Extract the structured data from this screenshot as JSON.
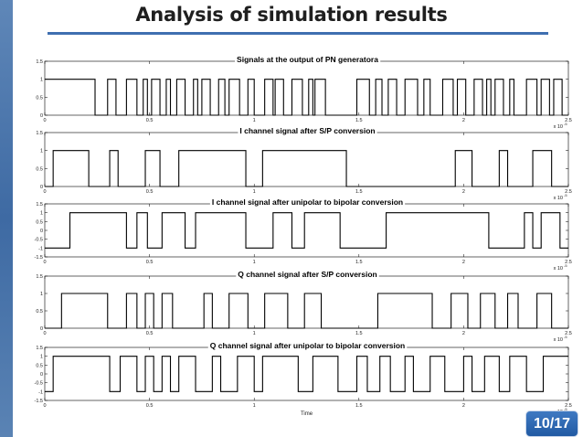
{
  "slide": {
    "title": "Analysis of simulation results",
    "page_number": "10/17"
  },
  "chart_data": [
    {
      "type": "line",
      "title": "Signals at the output of PN generatora",
      "xlabel": "",
      "ylabel": "",
      "xlim": [
        0,
        2.5
      ],
      "ylim": [
        0,
        1.5
      ],
      "x_ticks": [
        0,
        0.5,
        1,
        1.5,
        2,
        2.5
      ],
      "y_ticks": [
        0,
        0.5,
        1,
        1.5
      ],
      "x_exponent_label": "x 10",
      "x_exponent": "-5",
      "grid": false,
      "series": [
        {
          "x": [
            0,
            0.24,
            0.24,
            0.3,
            0.3,
            0.34,
            0.34,
            0.39,
            0.39,
            0.44,
            0.44,
            0.47,
            0.47,
            0.49,
            0.49,
            0.51,
            0.51,
            0.55,
            0.55,
            0.58,
            0.58,
            0.6,
            0.6,
            0.63,
            0.63,
            0.67,
            0.67,
            0.71,
            0.71,
            0.73,
            0.73,
            0.75,
            0.75,
            0.79,
            0.79,
            0.83,
            0.83,
            0.86,
            0.86,
            0.88,
            0.88,
            0.93,
            0.93,
            0.97,
            0.97,
            1.0,
            1.0,
            1.05,
            1.05,
            1.09,
            1.09,
            1.1,
            1.1,
            1.14,
            1.14,
            1.18,
            1.18,
            1.23,
            1.23,
            1.26,
            1.26,
            1.28,
            1.28,
            1.29,
            1.29,
            1.34,
            1.34,
            1.49,
            1.49,
            1.55,
            1.55,
            1.58,
            1.58,
            1.61,
            1.61,
            1.64,
            1.64,
            1.68,
            1.68,
            1.72,
            1.72,
            1.78,
            1.78,
            1.81,
            1.81,
            1.84,
            1.84,
            1.9,
            1.9,
            1.95,
            1.95,
            1.97,
            1.97,
            2.01,
            2.01,
            2.05,
            2.05,
            2.09,
            2.09,
            2.11,
            2.11,
            2.13,
            2.13,
            2.15,
            2.15,
            2.19,
            2.19,
            2.22,
            2.22,
            2.24,
            2.24,
            2.3,
            2.3,
            2.35,
            2.35,
            2.37,
            2.37,
            2.41,
            2.41,
            2.43,
            2.43,
            2.47,
            2.47,
            2.5
          ],
          "y": [
            1,
            1,
            0,
            0,
            1,
            1,
            0,
            0,
            1,
            1,
            0,
            0,
            1,
            1,
            0,
            0,
            1,
            1,
            0,
            0,
            1,
            1,
            0,
            0,
            1,
            1,
            0,
            0,
            1,
            1,
            0,
            0,
            1,
            1,
            0,
            0,
            1,
            1,
            0,
            0,
            1,
            1,
            0,
            0,
            1,
            1,
            0,
            0,
            1,
            1,
            0,
            0,
            1,
            1,
            0,
            0,
            1,
            1,
            0,
            0,
            1,
            1,
            0,
            0,
            1,
            1,
            0,
            0,
            1,
            1,
            0,
            0,
            1,
            1,
            0,
            0,
            1,
            1,
            0,
            0,
            1,
            1,
            0,
            0,
            1,
            1,
            0,
            0,
            1,
            1,
            0,
            0,
            1,
            1,
            0,
            0,
            1,
            1,
            0,
            0,
            1,
            1,
            0,
            0,
            1,
            1,
            0,
            0,
            1,
            1,
            0,
            0,
            1,
            1,
            0,
            0,
            1,
            1,
            0,
            0,
            1,
            1,
            0,
            0
          ]
        }
      ]
    },
    {
      "type": "line",
      "title": "I channel signal after S/P conversion",
      "xlabel": "",
      "ylabel": "",
      "xlim": [
        0,
        2.5
      ],
      "ylim": [
        0,
        1.5
      ],
      "x_ticks": [
        0,
        0.5,
        1,
        1.5,
        2,
        2.5
      ],
      "y_ticks": [
        0,
        0.5,
        1,
        1.5
      ],
      "x_exponent_label": "x 10",
      "x_exponent": "-5",
      "grid": false,
      "series": [
        {
          "x": [
            0,
            0.04,
            0.04,
            0.21,
            0.21,
            0.31,
            0.31,
            0.35,
            0.35,
            0.48,
            0.48,
            0.55,
            0.55,
            0.64,
            0.64,
            0.96,
            0.96,
            1.04,
            1.04,
            1.44,
            1.44,
            1.96,
            1.96,
            2.04,
            2.04,
            2.17,
            2.17,
            2.21,
            2.21,
            2.33,
            2.33,
            2.42,
            2.42,
            2.5
          ],
          "y": [
            0,
            0,
            1,
            1,
            0,
            0,
            1,
            1,
            0,
            0,
            1,
            1,
            0,
            0,
            1,
            1,
            0,
            0,
            1,
            1,
            0,
            0,
            1,
            1,
            0,
            0,
            1,
            1,
            0,
            0,
            1,
            1,
            0,
            0
          ]
        }
      ]
    },
    {
      "type": "line",
      "title": "I channel signal after unipolar to bipolar conversion",
      "xlabel": "",
      "ylabel": "",
      "xlim": [
        0,
        2.5
      ],
      "ylim": [
        -1.5,
        1.5
      ],
      "x_ticks": [
        0,
        0.5,
        1,
        1.5,
        2,
        2.5
      ],
      "y_ticks": [
        -1.5,
        -1,
        -0.5,
        0,
        0.5,
        1,
        1.5
      ],
      "x_exponent_label": "x 10",
      "x_exponent": "-5",
      "grid": false,
      "series": [
        {
          "x": [
            0,
            0.12,
            0.12,
            0.39,
            0.39,
            0.44,
            0.44,
            0.49,
            0.49,
            0.56,
            0.56,
            0.67,
            0.67,
            0.72,
            0.72,
            0.96,
            0.96,
            1.09,
            1.09,
            1.18,
            1.18,
            1.24,
            1.24,
            1.41,
            1.41,
            1.63,
            1.63,
            2.12,
            2.12,
            2.29,
            2.29,
            2.33,
            2.33,
            2.37,
            2.37,
            2.46,
            2.46,
            2.5
          ],
          "y": [
            -1,
            -1,
            1,
            1,
            -1,
            -1,
            1,
            1,
            -1,
            -1,
            1,
            1,
            -1,
            -1,
            1,
            1,
            -1,
            -1,
            1,
            1,
            -1,
            -1,
            1,
            1,
            -1,
            -1,
            1,
            1,
            -1,
            -1,
            1,
            1,
            -1,
            -1,
            1,
            1,
            -1,
            -1
          ]
        }
      ]
    },
    {
      "type": "line",
      "title": "Q channel signal after S/P conversion",
      "xlabel": "",
      "ylabel": "",
      "xlim": [
        0,
        2.5
      ],
      "ylim": [
        0,
        1.5
      ],
      "x_ticks": [
        0,
        0.5,
        1,
        1.5,
        2,
        2.5
      ],
      "y_ticks": [
        0,
        0.5,
        1,
        1.5
      ],
      "x_exponent_label": "x 10",
      "x_exponent": "-5",
      "grid": false,
      "series": [
        {
          "x": [
            0,
            0.08,
            0.08,
            0.3,
            0.3,
            0.39,
            0.39,
            0.44,
            0.44,
            0.48,
            0.48,
            0.52,
            0.52,
            0.56,
            0.56,
            0.61,
            0.61,
            0.76,
            0.76,
            0.8,
            0.8,
            0.88,
            0.88,
            0.97,
            0.97,
            1.05,
            1.05,
            1.16,
            1.16,
            1.24,
            1.24,
            1.32,
            1.32,
            1.59,
            1.59,
            1.85,
            1.85,
            1.94,
            1.94,
            2.02,
            2.02,
            2.08,
            2.08,
            2.15,
            2.15,
            2.21,
            2.21,
            2.26,
            2.26,
            2.35,
            2.35,
            2.42,
            2.42,
            2.5
          ],
          "y": [
            0,
            0,
            1,
            1,
            0,
            0,
            1,
            1,
            0,
            0,
            1,
            1,
            0,
            0,
            1,
            1,
            0,
            0,
            1,
            1,
            0,
            0,
            1,
            1,
            0,
            0,
            1,
            1,
            0,
            0,
            1,
            1,
            0,
            0,
            1,
            1,
            0,
            0,
            1,
            1,
            0,
            0,
            1,
            1,
            0,
            0,
            1,
            1,
            0,
            0,
            1,
            1,
            0,
            0
          ]
        }
      ]
    },
    {
      "type": "line",
      "title": "Q channel signal after unipolar to bipolar conversion",
      "xlabel": "Time",
      "ylabel": "",
      "xlim": [
        0,
        2.5
      ],
      "ylim": [
        -1.5,
        1.5
      ],
      "x_ticks": [
        0,
        0.5,
        1,
        1.5,
        2,
        2.5
      ],
      "y_ticks": [
        -1.5,
        -1,
        -0.5,
        0,
        0.5,
        1,
        1.5
      ],
      "x_exponent_label": "x 10",
      "x_exponent": "-5",
      "grid": false,
      "series": [
        {
          "x": [
            0,
            0.04,
            0.04,
            0.31,
            0.31,
            0.36,
            0.36,
            0.44,
            0.44,
            0.48,
            0.48,
            0.52,
            0.52,
            0.56,
            0.56,
            0.6,
            0.6,
            0.64,
            0.64,
            0.72,
            0.72,
            0.8,
            0.8,
            0.84,
            0.84,
            0.92,
            0.92,
            1.0,
            1.0,
            1.04,
            1.04,
            1.21,
            1.21,
            1.28,
            1.28,
            1.4,
            1.4,
            1.49,
            1.49,
            1.54,
            1.54,
            1.6,
            1.6,
            1.65,
            1.65,
            1.72,
            1.72,
            1.76,
            1.76,
            1.84,
            1.84,
            1.91,
            1.91,
            2.0,
            2.0,
            2.04,
            2.04,
            2.1,
            2.1,
            2.17,
            2.17,
            2.22,
            2.22,
            2.3,
            2.3,
            2.38,
            2.38,
            2.5
          ],
          "y": [
            -1,
            -1,
            1,
            1,
            -1,
            -1,
            1,
            1,
            -1,
            -1,
            1,
            1,
            -1,
            -1,
            1,
            1,
            -1,
            -1,
            1,
            1,
            -1,
            -1,
            1,
            1,
            -1,
            -1,
            1,
            1,
            -1,
            -1,
            1,
            1,
            -1,
            -1,
            1,
            1,
            -1,
            -1,
            1,
            1,
            -1,
            -1,
            1,
            1,
            -1,
            -1,
            1,
            1,
            -1,
            -1,
            1,
            1,
            -1,
            -1,
            1,
            1,
            -1,
            -1,
            1,
            1,
            -1,
            -1,
            1,
            1,
            -1,
            -1,
            1,
            1
          ]
        }
      ]
    }
  ]
}
